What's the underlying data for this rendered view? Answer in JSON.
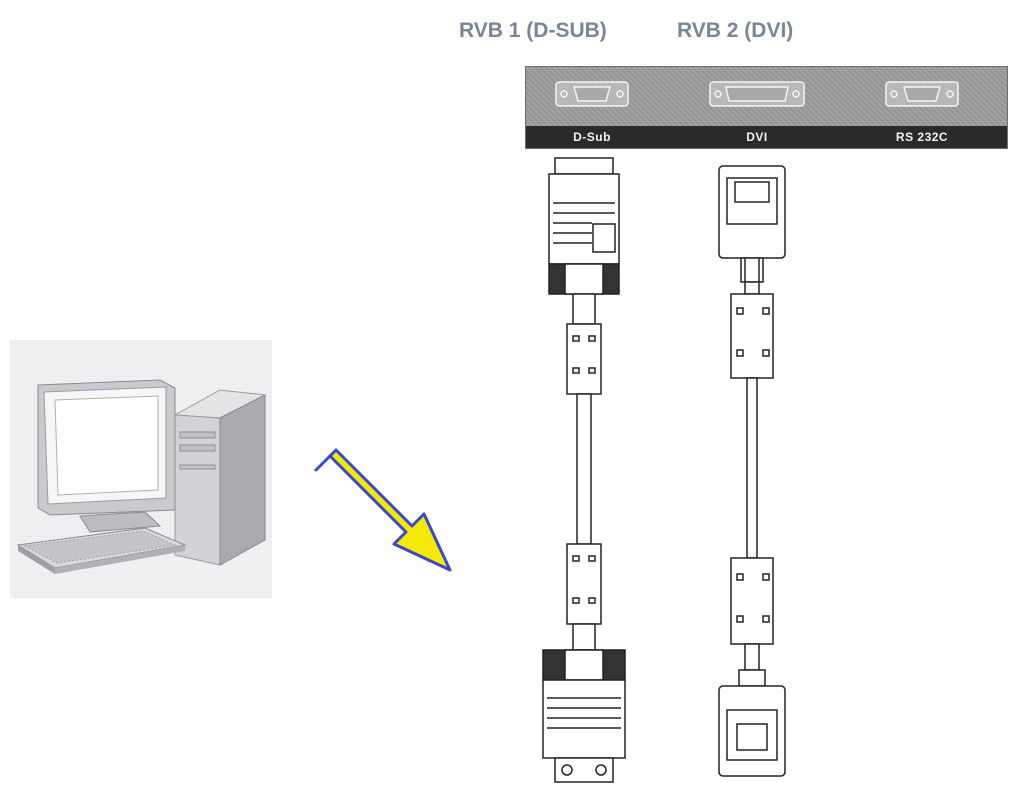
{
  "headings": {
    "input1": "RVB 1 (D-SUB)",
    "input2": "RVB 2 (DVI)"
  },
  "panel": {
    "ports": [
      {
        "label": "D-Sub",
        "icon": "vga-port-icon"
      },
      {
        "label": "DVI",
        "icon": "dvi-port-icon"
      },
      {
        "label": "RS 232C",
        "icon": "serial-port-icon"
      }
    ]
  },
  "colors": {
    "heading": "#7a8595",
    "panel": "#9c9c9c",
    "panel_band": "#2a2a2a",
    "arrow_fill": "#f5e90a",
    "arrow_stroke": "#3b49c9"
  }
}
